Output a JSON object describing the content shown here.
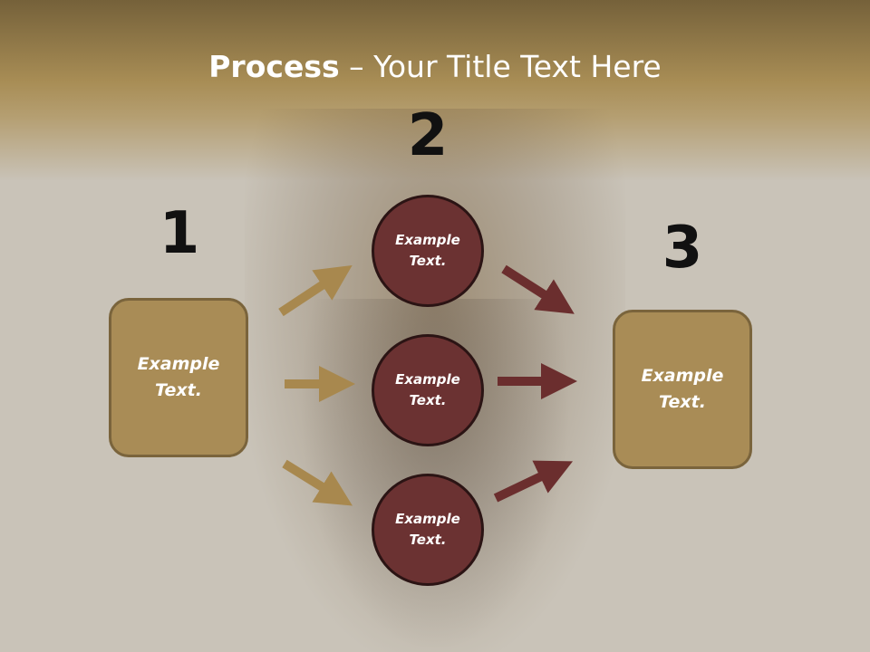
{
  "title": {
    "bold": "Process",
    "rest": " – Your Title Text Here"
  },
  "numbers": {
    "n1": "1",
    "n2": "2",
    "n3": "3"
  },
  "left_box": {
    "text": "Example Text."
  },
  "right_box": {
    "text": "Example Text."
  },
  "circles": [
    {
      "text": "Example Text."
    },
    {
      "text": "Example Text."
    },
    {
      "text": "Example Text."
    }
  ],
  "colors": {
    "gold": "#a98c56",
    "maroon": "#6b3232",
    "gold_arrow": "#a8884e",
    "maroon_arrow": "#6b2e2e"
  }
}
